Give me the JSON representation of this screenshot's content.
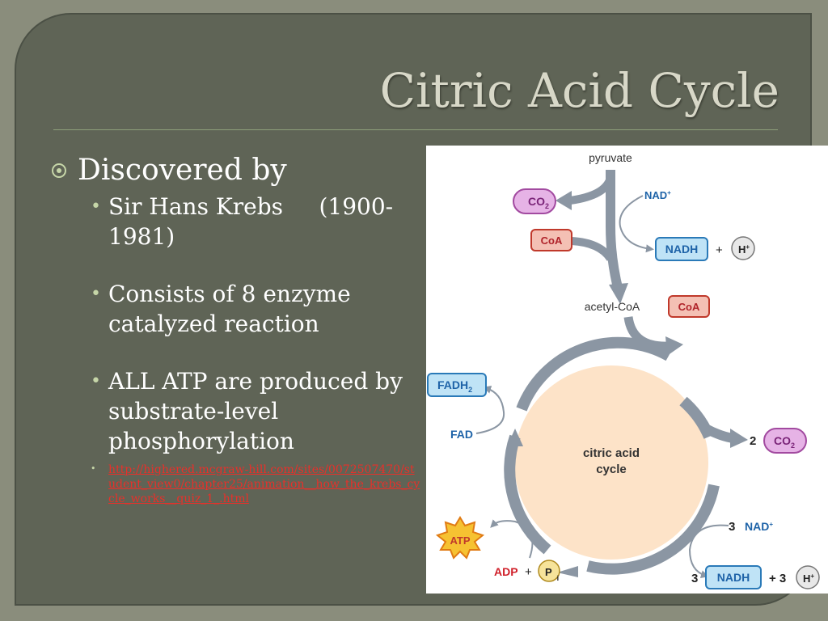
{
  "slide": {
    "title": "Citric Acid Cycle",
    "bullets": {
      "heading": "Discovered by",
      "items": [
        "Sir Hans Krebs     (1900-1981)",
        "Consists of 8 enzyme catalyzed reaction",
        "ALL ATP are produced by substrate-level phosphorylation"
      ],
      "link": "http://highered.mcgraw-hill.com/sites/0072507470/student_view0/chapter25/animation__how_the_krebs_cycle_works__quiz_1_.html"
    }
  },
  "diagram": {
    "pyruvate": "pyruvate",
    "co2_top": "CO",
    "co2_top_sub": "2",
    "nad_top": "NAD",
    "nad_top_sup": "+",
    "coa_left": "CoA",
    "nadh_top": "NADH",
    "plus1": "+",
    "h_top": "H",
    "h_top_sup": "+",
    "acetyl": "acetyl-CoA",
    "coa_right": "CoA",
    "fadh2": "FADH",
    "fadh2_sub": "2",
    "fad": "FAD",
    "cycle_line1": "citric acid",
    "cycle_line2": "cycle",
    "co2_num": "2",
    "co2_right": "CO",
    "co2_right_sub": "2",
    "nad_num": "3",
    "nad_bottom": "NAD",
    "nad_bottom_sup": "+",
    "atp": "ATP",
    "adp": "ADP",
    "plus2": "+",
    "pi": "P",
    "pi_sub": "i",
    "nadh_num": "3",
    "nadh_bottom": "NADH",
    "plus3": "+ 3",
    "h_bottom": "H",
    "h_bottom_sup": "+"
  },
  "colors": {
    "background": "#5f6456",
    "title": "#d8d8c8",
    "link": "#e8302a",
    "cycle_fill": "#fde3c8",
    "arrow": "#8b96a3",
    "co2_fill": "#e6b3e6",
    "coa_fill": "#f4c0b4",
    "nadh_fill": "#bfe3f6",
    "label_blue": "#1e63a8",
    "label_red": "#d0202a"
  }
}
